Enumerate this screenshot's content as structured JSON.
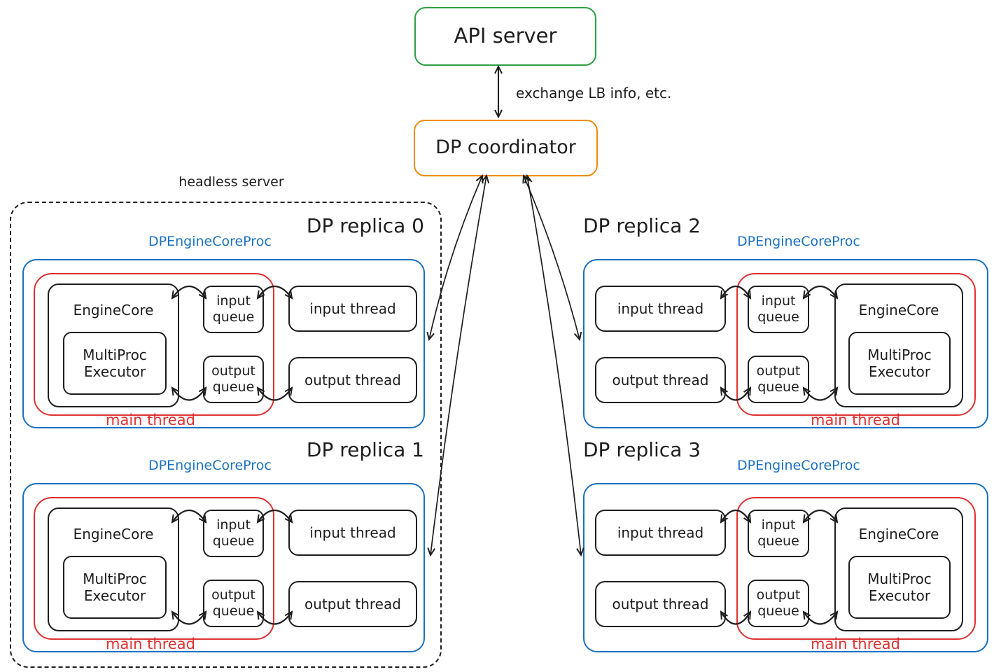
{
  "diagram": {
    "api_server": {
      "label": "API server"
    },
    "dp_coordinator": {
      "label": "DP coordinator"
    },
    "api_coordinator_edge_label": "exchange LB info, etc.",
    "headless_server_label": "headless server",
    "replicas": [
      {
        "title": "DP replica 0",
        "proc_label": "DPEngineCoreProc",
        "main_thread_label": "main thread",
        "engine_core_label": "EngineCore",
        "executor_label": "MultiProc Executor",
        "input_queue_label": "input queue",
        "output_queue_label": "output queue",
        "input_thread_label": "input thread",
        "output_thread_label": "output thread",
        "engine_side": "left",
        "in_headless_server": true
      },
      {
        "title": "DP replica 1",
        "proc_label": "DPEngineCoreProc",
        "main_thread_label": "main thread",
        "engine_core_label": "EngineCore",
        "executor_label": "MultiProc Executor",
        "input_queue_label": "input queue",
        "output_queue_label": "output queue",
        "input_thread_label": "input thread",
        "output_thread_label": "output thread",
        "engine_side": "left",
        "in_headless_server": true
      },
      {
        "title": "DP replica 2",
        "proc_label": "DPEngineCoreProc",
        "main_thread_label": "main thread",
        "engine_core_label": "EngineCore",
        "executor_label": "MultiProc Executor",
        "input_queue_label": "input queue",
        "output_queue_label": "output queue",
        "input_thread_label": "input thread",
        "output_thread_label": "output thread",
        "engine_side": "right",
        "in_headless_server": false
      },
      {
        "title": "DP replica 3",
        "proc_label": "DPEngineCoreProc",
        "main_thread_label": "main thread",
        "engine_core_label": "EngineCore",
        "executor_label": "MultiProc Executor",
        "input_queue_label": "input queue",
        "output_queue_label": "output queue",
        "input_thread_label": "input thread",
        "output_thread_label": "output thread",
        "engine_side": "right",
        "in_headless_server": false
      }
    ],
    "connections": [
      {
        "from": "API server",
        "to": "DP coordinator",
        "bidirectional": true,
        "label": "exchange LB info, etc."
      },
      {
        "from": "DP coordinator",
        "to": "DP replica 0",
        "bidirectional": true
      },
      {
        "from": "DP coordinator",
        "to": "DP replica 1",
        "bidirectional": true
      },
      {
        "from": "DP coordinator",
        "to": "DP replica 2",
        "bidirectional": true
      },
      {
        "from": "DP coordinator",
        "to": "DP replica 3",
        "bidirectional": true
      }
    ],
    "replica_internal_connections": [
      "EngineCore <-> input queue",
      "input queue <-> input thread",
      "EngineCore <-> output queue",
      "output queue <-> output thread"
    ],
    "colors": {
      "green": "#2f9e44",
      "orange": "#f08c00",
      "blue": "#1971c2",
      "red": "#e03131",
      "ink": "#1e1e1e",
      "background": "#ffffff"
    }
  }
}
